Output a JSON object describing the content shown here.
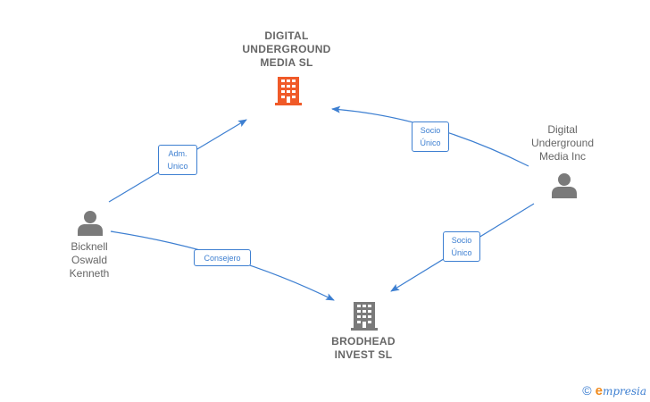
{
  "colors": {
    "edge": "#3d7fd1",
    "highlight_company": "#f05a28",
    "company": "#7a7a7a",
    "person": "#7a7a7a",
    "label_text": "#666666"
  },
  "nodes": {
    "digital_underground_media_sl": {
      "type": "company",
      "highlighted": true,
      "lines": [
        "DIGITAL",
        "UNDERGROUND",
        "MEDIA  SL"
      ]
    },
    "brodhead_invest_sl": {
      "type": "company",
      "highlighted": false,
      "lines": [
        "BRODHEAD",
        "INVEST  SL"
      ]
    },
    "bicknell_oswald_kenneth": {
      "type": "person",
      "lines": [
        "Bicknell",
        "Oswald",
        "Kenneth"
      ]
    },
    "digital_underground_media_inc": {
      "type": "person",
      "lines": [
        "Digital",
        "Underground",
        "Media Inc"
      ]
    }
  },
  "edges": [
    {
      "from": "bicknell_oswald_kenneth",
      "to": "digital_underground_media_sl",
      "label": [
        "Adm.",
        "Unico"
      ]
    },
    {
      "from": "digital_underground_media_inc",
      "to": "digital_underground_media_sl",
      "label": [
        "Socio",
        "Único"
      ]
    },
    {
      "from": "bicknell_oswald_kenneth",
      "to": "brodhead_invest_sl",
      "label": [
        "Consejero"
      ]
    },
    {
      "from": "digital_underground_media_inc",
      "to": "brodhead_invest_sl",
      "label": [
        "Socio",
        "Único"
      ]
    }
  ],
  "footer": {
    "copyright_symbol": "©",
    "brand_initial": "e",
    "brand_rest": "mpresia"
  }
}
